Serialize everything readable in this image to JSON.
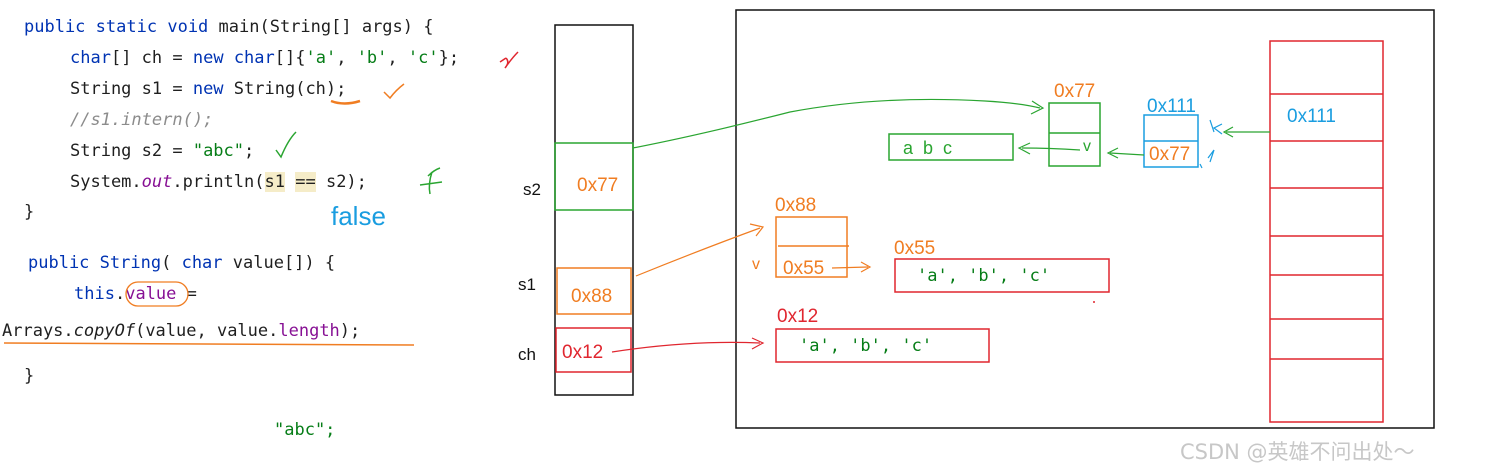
{
  "code1": {
    "line1": {
      "kw1": "public",
      "kw2": "static",
      "kw3": "void",
      "rest": "main(String[] args) {"
    },
    "line2": {
      "kw1": "char",
      "a": "[] ch = ",
      "kw2": "new",
      "kw3": "char",
      "b": "[]{",
      "c1": "'a'",
      "sep1": ", ",
      "c2": "'b'",
      "sep2": ", ",
      "c3": "'c'",
      "end": "};"
    },
    "line3": {
      "a": "String s1 = ",
      "kw": "new",
      "b": " String(",
      "ch": "ch",
      "c": ");"
    },
    "line4": {
      "comment": "//s1.intern();"
    },
    "line5": {
      "a": "String s2 = ",
      "str": "\"abc\"",
      "b": ";"
    },
    "line6": {
      "a": "System.",
      "out": "out",
      "b": ".println(",
      "s1": "s1",
      "sp": " ",
      "eq": "==",
      "c": " s2);"
    },
    "line7": {
      "brace": "}"
    },
    "result": "false"
  },
  "code2": {
    "line1": {
      "kw1": "public",
      "cls": "String",
      "a": "( ",
      "kw2": "char",
      "b": " value[]) {"
    },
    "line2": {
      "kw": "this",
      "dot": ".",
      "fld": "value",
      "eq": " ="
    },
    "line3": {
      "a": "Arrays.",
      "m": "copyOf",
      "b": "(value, value.",
      "len": "length",
      "c": ");"
    },
    "line4": {
      "brace": "}"
    },
    "tail": "\"abc\";"
  },
  "stack": {
    "s2_label": "s2",
    "s1_label": "s1",
    "ch_label": "ch",
    "s2_val": "0x77",
    "s1_val": "0x88",
    "ch_val": "0x12"
  },
  "heap": {
    "obj77_addr": "0x77",
    "obj77_v": "v",
    "abc_text": "a  b  c",
    "obj111_addr": "0x111",
    "obj111_val": "0x77",
    "pool_addr": "0x111",
    "obj88_addr": "0x88",
    "obj88_val": "0x55",
    "obj88_v": "v",
    "arr55_addr": "0x55",
    "arr55_text": "'a', 'b', 'c'",
    "arr12_addr": "0x12",
    "arr12_text": "'a', 'b', 'c'"
  },
  "watermark": "CSDN @英雄不问出处～",
  "colors": {
    "green": "#2aa531",
    "orange": "#f07d22",
    "red": "#e0262f",
    "blue": "#1a9de0",
    "black": "#111111"
  }
}
